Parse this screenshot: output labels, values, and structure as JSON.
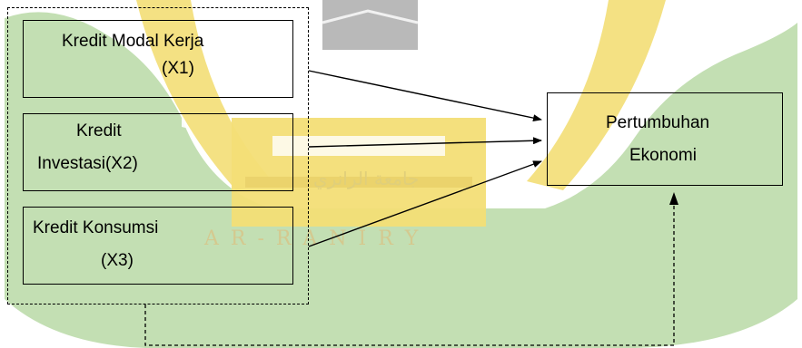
{
  "watermark": {
    "latin": "A R - R A N I R Y",
    "arabic": "جامعة الرانري",
    "colors": {
      "green": "#b9d9a6",
      "yellow": "#f3de76",
      "gray": "#a8a8a8"
    }
  },
  "boxes": {
    "x1": {
      "line1": "Kredit Modal Kerja",
      "line2": "(X1)"
    },
    "x2": {
      "line1": "Kredit",
      "line2": "Investasi(X2)"
    },
    "x3": {
      "line1": "Kredit Konsumsi",
      "line2": "(X3)"
    },
    "y": {
      "line1": "Pertumbuhan",
      "line2": "Ekonomi"
    }
  }
}
